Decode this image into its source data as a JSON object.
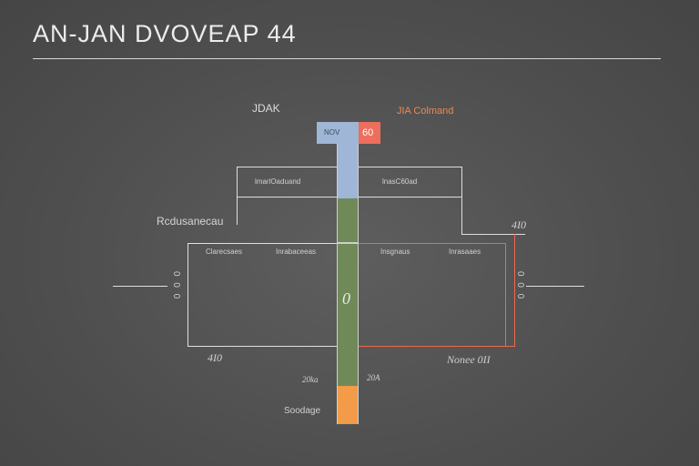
{
  "title": "AN-JAN DVOVEAP 44",
  "top_labels": {
    "left": "JDAK",
    "right": "JIA Colmand"
  },
  "header_cells": {
    "left": "NOV",
    "right": "60"
  },
  "upper_box": {
    "left_label": "lmarlOaduand",
    "right_label": "lnasC60ad"
  },
  "side_labels": {
    "left": "Rcdusanecau",
    "right": "4I0"
  },
  "main_box": {
    "col_labels": [
      "Clarecsaes",
      "Inrabaceeas",
      "Insgnaus",
      "Inrasaaes"
    ],
    "left_vertical": "0 0 0",
    "right_vertical": "0 0 0",
    "center_value": "0"
  },
  "bottom_labels": {
    "left": "4I0",
    "right": "Nonee 0II",
    "center_left": "20ka",
    "center_right": "20A",
    "bottom": "Soodage"
  },
  "colors": {
    "blue": "#9fb6d6",
    "red": "#ec6e5c",
    "green": "#6f8a57",
    "orange": "#f29b48",
    "line": "#e0e0e0",
    "accent_line": "#e96b4d"
  }
}
